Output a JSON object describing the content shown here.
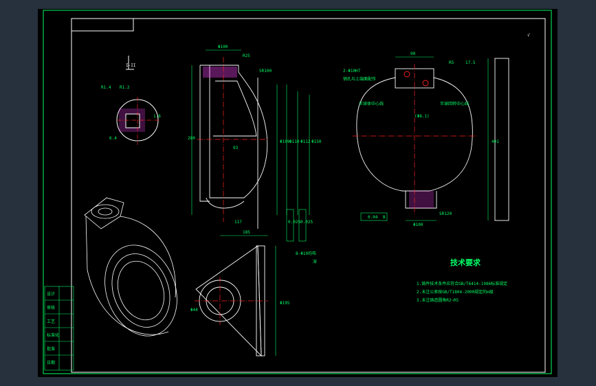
{
  "colors": {
    "background": "#000000",
    "frame": "#ffffff",
    "dimension": "#00ff66",
    "hatch": "#ff44ff",
    "center_line": "#ff2222",
    "outline": "#ffffff",
    "title_text": "#00ff66"
  },
  "section_label": "I-II",
  "dims_left": {
    "r1": "R1.4",
    "r2": "R1.2",
    "tol1": "6.4",
    "tol2": "1.6"
  },
  "dims_center": {
    "top_width": "Φ100",
    "top_right": "R25",
    "radius": "SR100",
    "height": "280",
    "inner": "93",
    "bottom_left": "117",
    "bottom": "185",
    "dia1": "Φ109",
    "dia2": "Φ110",
    "dia3": "Φ112",
    "dia4": "Φ150",
    "tol_a": "0.025",
    "tol_b": "0.025"
  },
  "dims_right": {
    "top": "90",
    "hole_note": "2-Φ10H7",
    "hole_note2": "销孔与上端面配作",
    "center_label": "半球体中心线",
    "center_label2": "半球回转中心线",
    "center_dim": "(Φ8.1)",
    "r1": "R5",
    "r2": "17.5",
    "height": "401",
    "bottom": "Φ100",
    "flatness": "0.04",
    "flatness_ref": "B",
    "sr_bottom": "SR120"
  },
  "dims_lower": {
    "note": "8-Φ10均布",
    "depth": "深",
    "left": "Φ44",
    "dia": "Φ195"
  },
  "tech_req": {
    "title": "技术要求",
    "items": [
      "1.铸件技术条件应符合GB/T6414-1986标准规定",
      "2.未注公差按GB/T1804-2000规定的m级",
      "3.未注铸造圆角R2~R5"
    ]
  },
  "title_block": {
    "rows": [
      "设计",
      "审核",
      "工艺",
      "标准化",
      "批准",
      "日期"
    ]
  },
  "roughness_mark": "√"
}
